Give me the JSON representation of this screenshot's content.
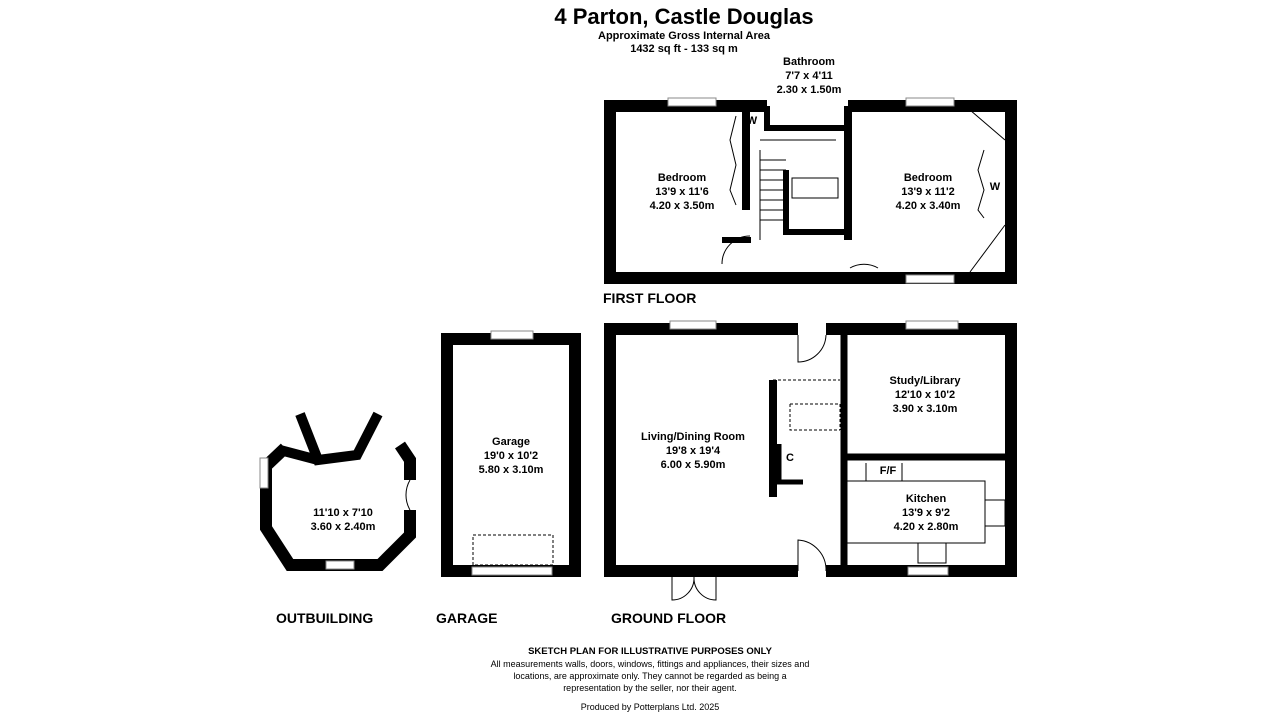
{
  "header": {
    "title": "4 Parton, Castle Douglas",
    "area_label": "Approximate Gross Internal Area",
    "area_value": "1432 sq ft - 133 sq m"
  },
  "first_floor": {
    "label": "FIRST FLOOR",
    "rooms": [
      {
        "name": "Bathroom",
        "imperial": "7'7 x 4'11",
        "metric": "2.30 x 1.50m"
      },
      {
        "name": "Bedroom",
        "imperial": "13'9 x 11'6",
        "metric": "4.20 x 3.50m"
      },
      {
        "name": "Bedroom",
        "imperial": "13'9 x 11'2",
        "metric": "4.20 x 3.40m"
      }
    ],
    "wardrobe_labels": [
      "W",
      "W"
    ]
  },
  "ground_floor": {
    "label": "GROUND FLOOR",
    "rooms": [
      {
        "name": "Living/Dining Room",
        "imperial": "19'8 x 19'4",
        "metric": "6.00 x 5.90m"
      },
      {
        "name": "Study/Library",
        "imperial": "12'10 x 10'2",
        "metric": "3.90 x 3.10m"
      },
      {
        "name": "Kitchen",
        "imperial": "13'9 x 9'2",
        "metric": "4.20 x 2.80m"
      }
    ],
    "cupboard_label": "C",
    "fridge_label": "F/F"
  },
  "garage": {
    "label": "GARAGE",
    "room": {
      "name": "Garage",
      "imperial": "19'0 x 10'2",
      "metric": "5.80 x 3.10m"
    }
  },
  "outbuilding": {
    "label": "OUTBUILDING",
    "room": {
      "imperial": "11'10 x 7'10",
      "metric": "3.60 x 2.40m"
    }
  },
  "footer": {
    "heading": "SKETCH PLAN FOR ILLUSTRATIVE PURPOSES ONLY",
    "disclaimer": "All measurements walls, doors, windows, fittings and appliances, their sizes and locations, are approximate only. They cannot be regarded as being a representation by the seller, nor their agent.",
    "produced_by": "Produced by Potterplans Ltd. 2025"
  }
}
